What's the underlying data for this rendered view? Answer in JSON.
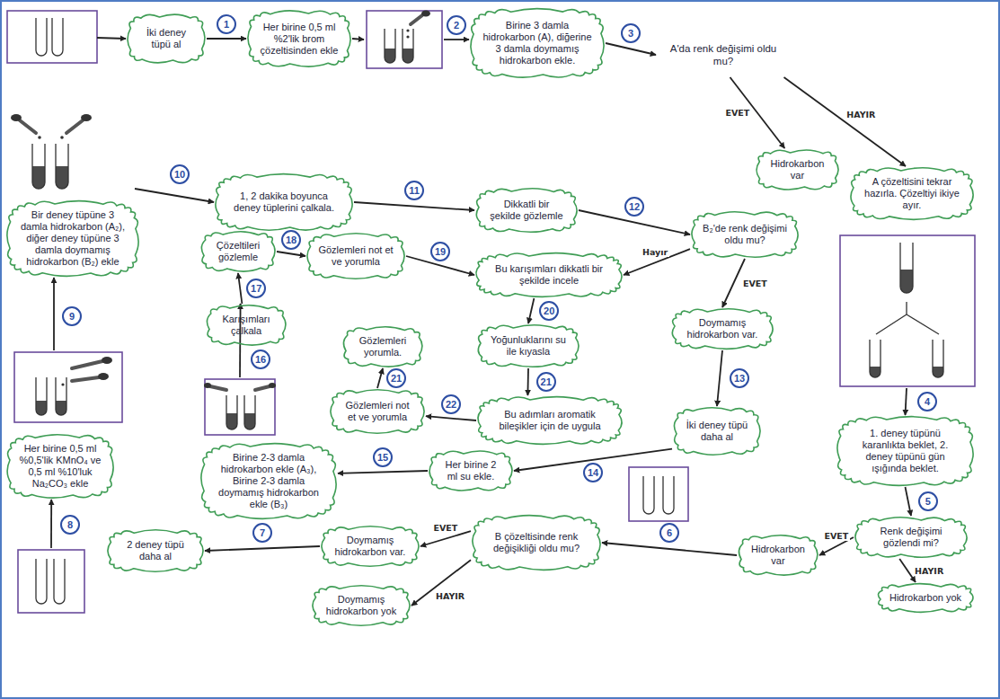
{
  "diagram": {
    "nodes": [
      {
        "text": [
          "İki deney tüpü al"
        ]
      },
      {
        "text": [
          "Her birine 0,5 ml %2'lik brom çözeltisinden ekle"
        ]
      },
      {
        "text": [
          "Birine 3 damla hidrokarbon (A), diğerine 3 damla doymamış hidrokarbon ekle."
        ]
      },
      {
        "text": [
          "A'da renk değişimi oldu mu?"
        ]
      },
      {
        "text": [
          "Hidrokarbon var"
        ]
      },
      {
        "text": [
          "A çözeltisini tekrar hazırla. Çözeltiyi ikiye ayır."
        ]
      },
      {
        "text": [
          "1. deney tüpünü karanlıkta beklet, 2. deney tüpünü gün ışığında beklet."
        ]
      },
      {
        "text": [
          "Renk değişimi gözlendi mi?"
        ]
      },
      {
        "text": [
          "Hidrokarbon yok"
        ]
      },
      {
        "text": [
          "Hidrokarbon var"
        ]
      },
      {
        "text": [
          "B çözeltisinde renk değişikliği oldu mu?"
        ]
      },
      {
        "text": [
          "Doymamış hidrokarbon var."
        ]
      },
      {
        "text": [
          "Doymamış hidrokarbon yok"
        ]
      },
      {
        "text": [
          "2 deney tüpü daha al"
        ]
      },
      {
        "text": [
          "Her birine 0,5 ml %0,5'lik KMnO₄ ve 0,5 ml %10'luk Na₂CO₃ ekle"
        ]
      },
      {
        "text": [
          "Bir deney tüpüne 3 damla hidrokarbon (A₂), diğer deney tüpüne 3 damla doymamış hidrokarbon (B₂) ekle"
        ]
      },
      {
        "text": [
          "1, 2 dakika boyunca deney tüplerini çalkala."
        ]
      },
      {
        "text": [
          "Dikkatli bir şekilde gözlemle"
        ]
      },
      {
        "text": [
          "B₂'de renk değişimi oldu mu?"
        ]
      },
      {
        "text": [
          "Doymamış hidrokarbon var."
        ]
      },
      {
        "text": [
          "Bu karışımları dikkatli bir şekilde incele"
        ]
      },
      {
        "text": [
          "İki deney tüpü daha al"
        ]
      },
      {
        "text": [
          "Her birine 2 ml su ekle."
        ]
      },
      {
        "text": [
          "Birine 2-3 damla hidrokarbon ekle (A₃), Birine 2-3 damla doymamış hidrokarbon ekle (B₃)"
        ]
      },
      {
        "text": [
          "Karışımları çalkala"
        ]
      },
      {
        "text": [
          "Çözeltileri gözlemle"
        ]
      },
      {
        "text": [
          "Gözlemleri not et ve yorumla"
        ]
      },
      {
        "text": [
          "Yoğunluklarını su ile kıyasla"
        ]
      },
      {
        "text": [
          "Bu adımları aromatik bileşikler için de uygula"
        ]
      },
      {
        "text": [
          "Gözlemleri not et ve yorumla"
        ]
      },
      {
        "text": [
          "Gözlemleri yorumla."
        ]
      }
    ],
    "edges": [
      {
        "from": 0,
        "to": 1,
        "label": "1",
        "arrow": "to"
      },
      {
        "from": 2,
        "to": 3,
        "label": "3",
        "arrow": "to"
      },
      {
        "from": 3,
        "to": 4,
        "label": "EVET",
        "arrow": "to"
      },
      {
        "from": 3,
        "to": 5,
        "label": "HAYIR",
        "arrow": "to"
      },
      {
        "from": 6,
        "to": 7,
        "label": "5",
        "arrow": "to"
      },
      {
        "from": 7,
        "to": 8,
        "label": "HAYIR",
        "arrow": "to"
      },
      {
        "from": 7,
        "to": 9,
        "label": "EVET",
        "arrow": "to"
      },
      {
        "from": 9,
        "to": 10,
        "label": "6",
        "arrow": "to"
      },
      {
        "from": 10,
        "to": 11,
        "label": "EVET",
        "arrow": "to"
      },
      {
        "from": 10,
        "to": 12,
        "label": "HAYIR",
        "arrow": "to"
      },
      {
        "from": 11,
        "to": 13,
        "label": "7",
        "arrow": "to"
      },
      {
        "from": 16,
        "to": 17,
        "label": "11",
        "arrow": "to"
      },
      {
        "from": 17,
        "to": 18,
        "label": "12",
        "arrow": "to"
      },
      {
        "from": 18,
        "to": 19,
        "label": "EVET",
        "arrow": "to"
      },
      {
        "from": 18,
        "to": 20,
        "label": "Hayır",
        "arrow": "to"
      },
      {
        "from": 19,
        "to": 21,
        "label": "13",
        "arrow": "to"
      },
      {
        "from": 21,
        "to": 22,
        "label": "14",
        "arrow": "to"
      },
      {
        "from": 22,
        "to": 23,
        "label": "15",
        "arrow": "to"
      },
      {
        "from": 24,
        "to": 25,
        "label": "17",
        "arrow": "to"
      },
      {
        "from": 25,
        "to": 26,
        "label": "18",
        "arrow": "to"
      },
      {
        "from": 26,
        "to": 20,
        "label": "19",
        "arrow": "to"
      },
      {
        "from": 20,
        "to": 27,
        "label": "20",
        "arrow": "to"
      },
      {
        "from": 27,
        "to": 28,
        "label": "21",
        "arrow": "to"
      },
      {
        "from": 28,
        "to": 29,
        "label": "22",
        "arrow": "to"
      },
      {
        "from": 29,
        "to": 30,
        "label": "21",
        "arrow": "to"
      }
    ],
    "labels": [
      "2",
      "4",
      "8",
      "9",
      "10",
      "16"
    ]
  }
}
